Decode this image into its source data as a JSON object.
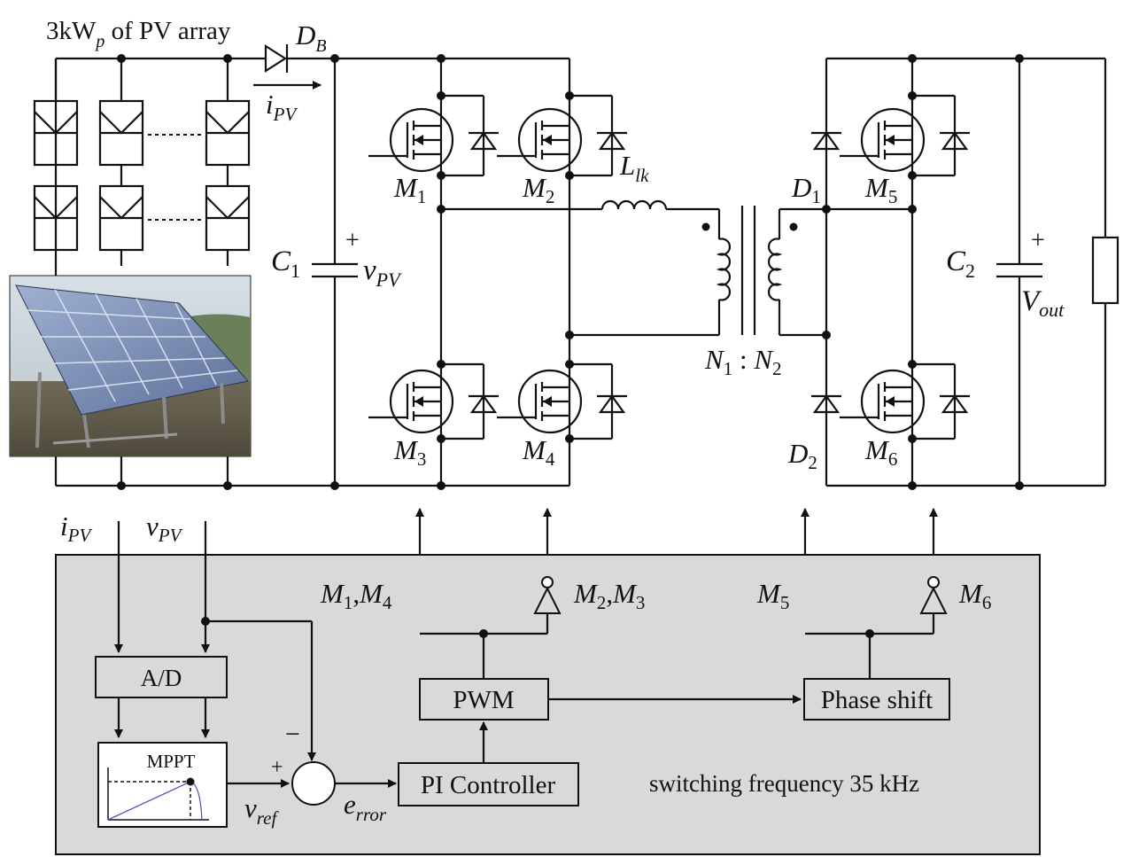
{
  "pv": {
    "array_label_main": "3kW",
    "array_label_sub": "p",
    "array_label_rest": " of PV array",
    "diode_main": "D",
    "diode_sub": "B",
    "current_main": "i",
    "current_sub": "PV",
    "cap_main": "C",
    "cap_sub": "1",
    "cap_plus": "+",
    "volt_main": "v",
    "volt_sub": "PV"
  },
  "bridge": {
    "m1_main": "M",
    "m1_sub": "1",
    "m2_main": "M",
    "m2_sub": "2",
    "m3_main": "M",
    "m3_sub": "3",
    "m4_main": "M",
    "m4_sub": "4",
    "llk_main": "L",
    "llk_sub": "lk"
  },
  "transformer": {
    "n1_main": "N",
    "n1_sub": "1",
    "colon": " : ",
    "n2_main": "N",
    "n2_sub": "2"
  },
  "secondary": {
    "d1_main": "D",
    "d1_sub": "1",
    "d2_main": "D",
    "d2_sub": "2",
    "m5_main": "M",
    "m5_sub": "5",
    "m6_main": "M",
    "m6_sub": "6",
    "c2_main": "C",
    "c2_sub": "2",
    "c2_plus": "+",
    "vout_main": "V",
    "vout_sub": "out"
  },
  "control": {
    "ipv_main": "i",
    "ipv_sub": "PV",
    "vpv_main": "v",
    "vpv_sub": "PV",
    "ad": "A/D",
    "mppt": "MPPT",
    "pwm": "PWM",
    "pi": "PI Controller",
    "phase": "Phase shift",
    "plus": "+",
    "minus": "−",
    "vref_main": "v",
    "vref_sub": "ref",
    "err_main": "e",
    "err_sub": "rror",
    "m14_a": "M",
    "m14_a_sub": "1",
    "m14_sep": ",",
    "m14_b": "M",
    "m14_b_sub": "4",
    "m23_a": "M",
    "m23_a_sub": "2",
    "m23_sep": ",",
    "m23_b": "M",
    "m23_b_sub": "3",
    "m5_main": "M",
    "m5_sub": "5",
    "m6_main": "M",
    "m6_sub": "6",
    "note": "switching frequency 35 kHz"
  }
}
